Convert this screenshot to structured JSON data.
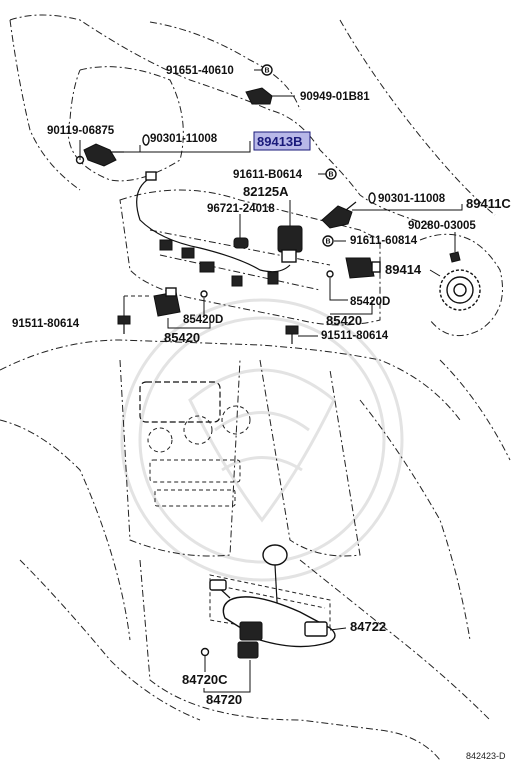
{
  "diagram": {
    "labels": {
      "p91651": "91651-40610",
      "p90949": "90949-01B81",
      "p90119": "90119-06875",
      "p90301a": "90301-11008",
      "p89413B": "89413B",
      "p91611a": "91611-B0614",
      "p82125A": "82125A",
      "p90301b": "90301-11008",
      "p89411C": "89411C",
      "p96721": "96721-24018",
      "p91611b": "91611-60814",
      "p90280": "90280-03005",
      "p89414": "89414",
      "p85420D_a": "85420D",
      "p85420_a": "85420",
      "p91511a": "91511-80614",
      "p85420D_b": "85420D",
      "p85420_b": "85420",
      "p91511b": "91511-80614",
      "p84722": "84722",
      "p84720C": "84720C",
      "p84720": "84720"
    },
    "b_marker": "B",
    "figure_code": "842423-D",
    "highlight_color": "#b8b8e8"
  }
}
